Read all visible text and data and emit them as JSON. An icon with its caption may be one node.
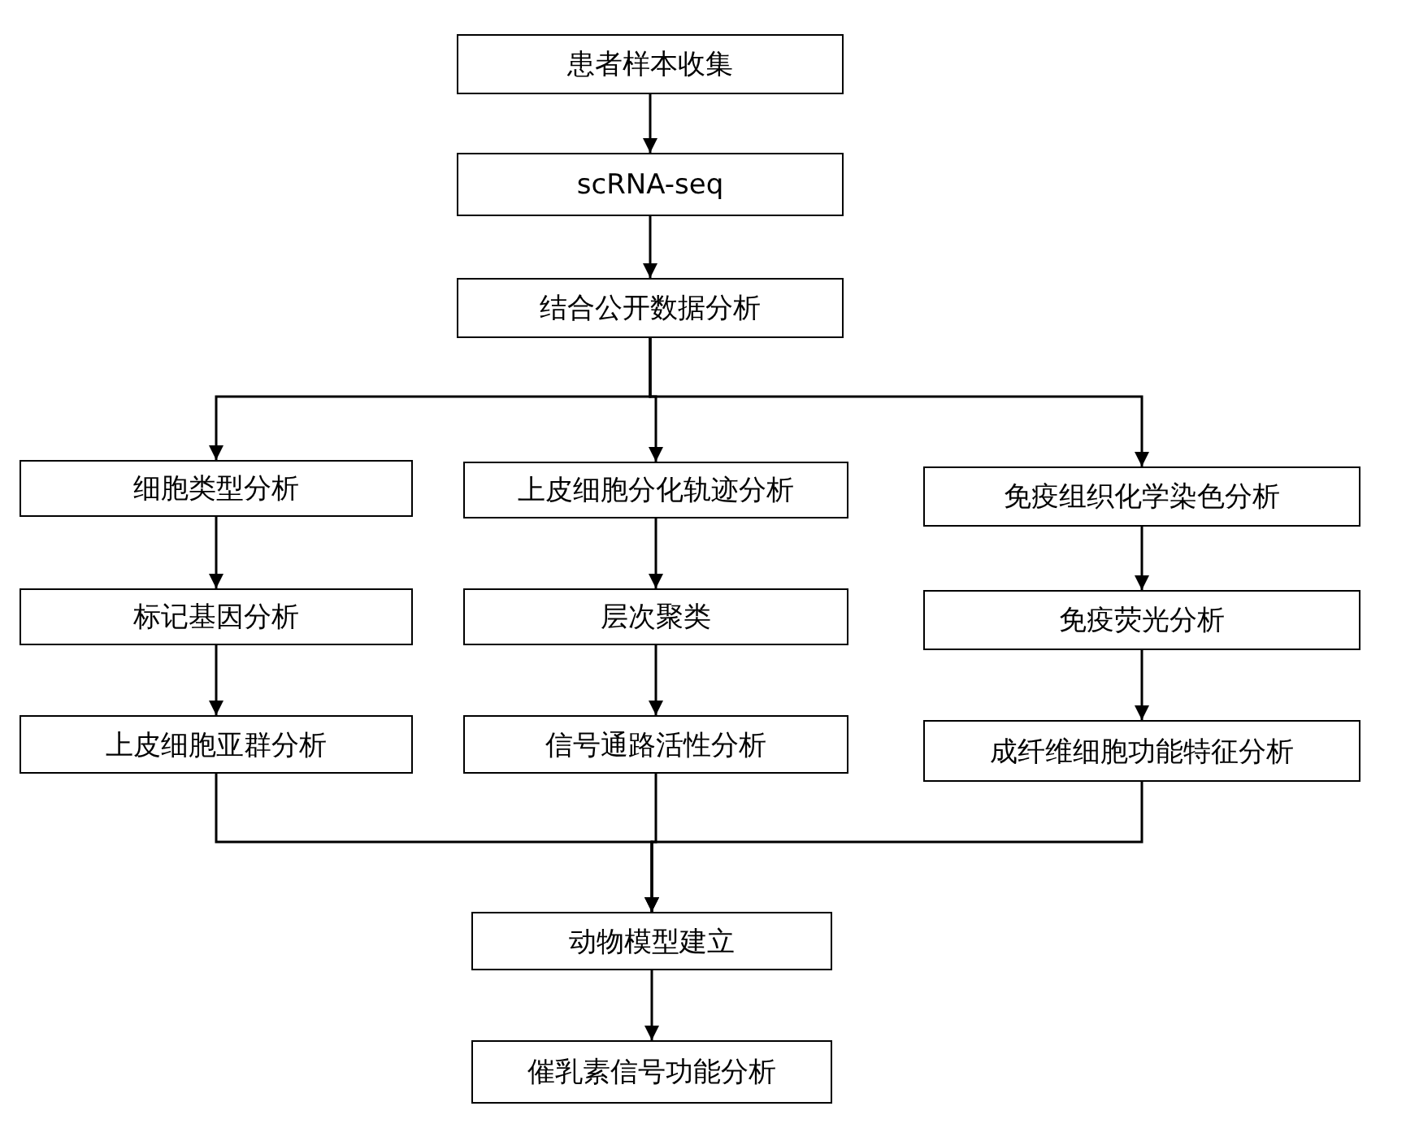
{
  "diagram": {
    "nodes": [
      {
        "text": [
          "患者样本收集"
        ]
      },
      {
        "text": [
          "scRNA-seq"
        ]
      },
      {
        "text": [
          "结合公开数据分析"
        ]
      },
      {
        "text": [
          "细胞类型分析"
        ]
      },
      {
        "text": [
          "标记基因分析"
        ]
      },
      {
        "text": [
          "上皮细胞亚群分析"
        ]
      },
      {
        "text": [
          "上皮细胞分化轨迹分析"
        ]
      },
      {
        "text": [
          "层次聚类"
        ]
      },
      {
        "text": [
          "信号通路活性分析"
        ]
      },
      {
        "text": [
          "免疫组织化学染色分析"
        ]
      },
      {
        "text": [
          "免疫荧光分析"
        ]
      },
      {
        "text": [
          "成纤维细胞功能特征分析"
        ]
      },
      {
        "text": [
          "动物模型建立"
        ]
      },
      {
        "text": [
          "催乳素信号功能分析"
        ]
      }
    ],
    "edges": [
      {
        "from": 0,
        "to": 1,
        "arrow": "to"
      },
      {
        "from": 1,
        "to": 2,
        "arrow": "to"
      },
      {
        "from": 2,
        "to": 3,
        "arrow": "to"
      },
      {
        "from": 2,
        "to": 6,
        "arrow": "to"
      },
      {
        "from": 2,
        "to": 9,
        "arrow": "to"
      },
      {
        "from": 3,
        "to": 4,
        "arrow": "to"
      },
      {
        "from": 4,
        "to": 5,
        "arrow": "to"
      },
      {
        "from": 6,
        "to": 7,
        "arrow": "to"
      },
      {
        "from": 7,
        "to": 8,
        "arrow": "to"
      },
      {
        "from": 9,
        "to": 10,
        "arrow": "to"
      },
      {
        "from": 10,
        "to": 11,
        "arrow": "to"
      },
      {
        "from": 5,
        "to": 12,
        "arrow": "to"
      },
      {
        "from": 8,
        "to": 12,
        "arrow": "to"
      },
      {
        "from": 11,
        "to": 12,
        "arrow": "to"
      },
      {
        "from": 12,
        "to": 13,
        "arrow": "to"
      }
    ]
  }
}
